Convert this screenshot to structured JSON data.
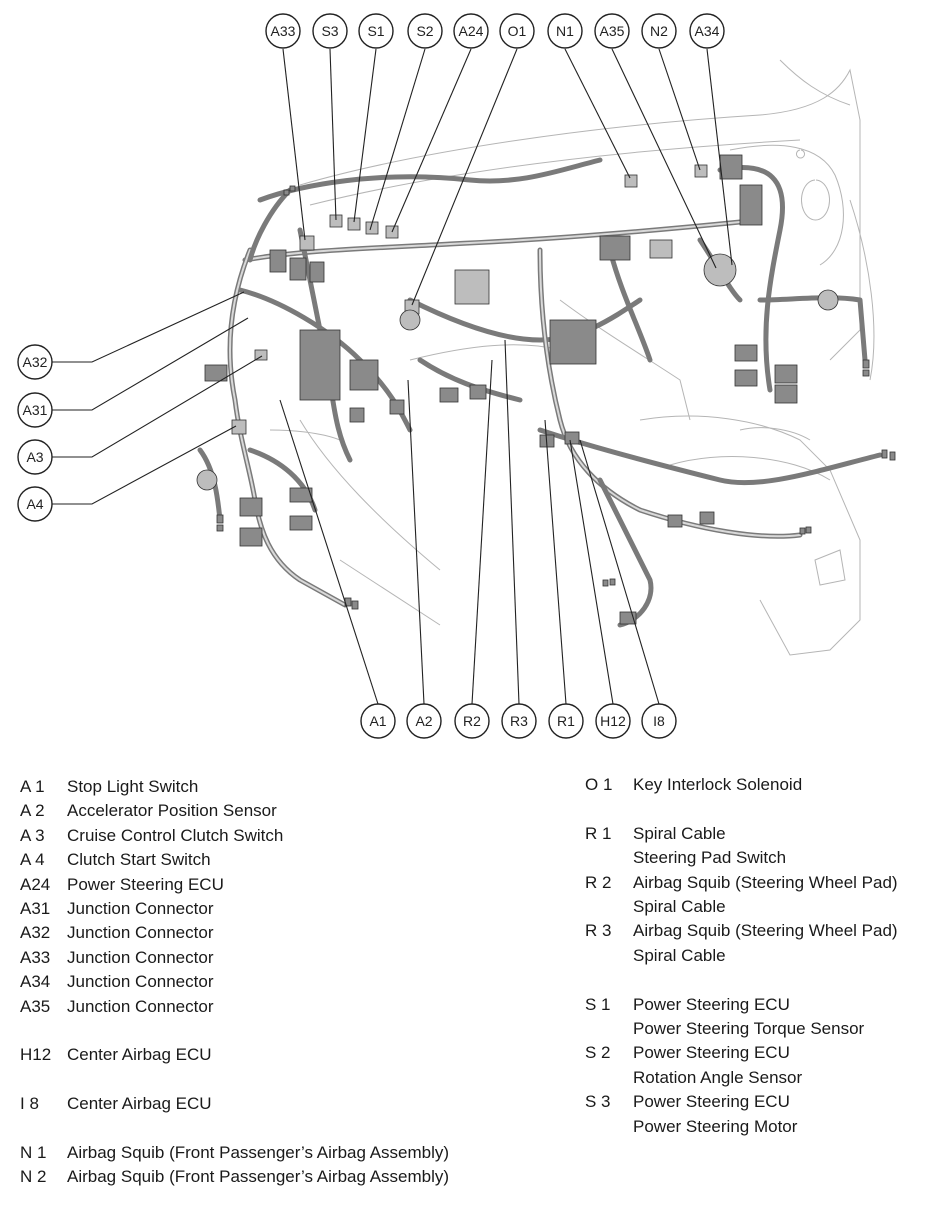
{
  "callouts_top": [
    "A33",
    "S3",
    "S1",
    "S2",
    "A24",
    "O1",
    "N1",
    "A35",
    "N2",
    "A34"
  ],
  "callouts_left": [
    "A32",
    "A31",
    "A3",
    "A4"
  ],
  "callouts_bottom": [
    "A1",
    "A2",
    "R2",
    "R3",
    "R1",
    "H12",
    "I8"
  ],
  "legend_left": [
    {
      "code": "A  1",
      "items": [
        "Stop Light Switch"
      ]
    },
    {
      "code": "A  2",
      "items": [
        "Accelerator Position Sensor"
      ]
    },
    {
      "code": "A  3",
      "items": [
        "Cruise Control Clutch Switch"
      ]
    },
    {
      "code": "A  4",
      "items": [
        "Clutch Start Switch"
      ]
    },
    {
      "code": "A24",
      "items": [
        "Power Steering ECU"
      ]
    },
    {
      "code": "A31",
      "items": [
        "Junction Connector"
      ]
    },
    {
      "code": "A32",
      "items": [
        "Junction Connector"
      ]
    },
    {
      "code": "A33",
      "items": [
        "Junction Connector"
      ]
    },
    {
      "code": "A34",
      "items": [
        "Junction Connector"
      ]
    },
    {
      "code": "A35",
      "items": [
        "Junction Connector"
      ]
    },
    {
      "gap": true
    },
    {
      "code": "H12",
      "items": [
        "Center Airbag ECU"
      ]
    },
    {
      "gap": true
    },
    {
      "code": "I   8",
      "items": [
        "Center Airbag ECU"
      ]
    },
    {
      "gap": true
    },
    {
      "code": "N  1",
      "items": [
        "Airbag Squib (Front Passenger’s Airbag Assembly)"
      ]
    },
    {
      "code": "N  2",
      "items": [
        "Airbag Squib (Front Passenger’s Airbag Assembly)"
      ]
    }
  ],
  "legend_right": [
    {
      "code": "O  1",
      "items": [
        "Key Interlock Solenoid"
      ]
    },
    {
      "gap": true
    },
    {
      "code": "R  1",
      "items": [
        "Spiral Cable",
        "Steering Pad Switch"
      ]
    },
    {
      "code": "R  2",
      "items": [
        "Airbag Squib (Steering Wheel Pad)",
        "Spiral Cable"
      ]
    },
    {
      "code": "R  3",
      "items": [
        "Airbag Squib (Steering Wheel Pad)",
        "Spiral Cable"
      ]
    },
    {
      "gap": true
    },
    {
      "code": "S  1",
      "items": [
        "Power Steering ECU",
        "Power Steering Torque Sensor"
      ]
    },
    {
      "code": "S  2",
      "items": [
        "Power Steering ECU",
        "Rotation Angle Sensor"
      ]
    },
    {
      "code": "S  3",
      "items": [
        "Power Steering ECU",
        "Power Steering Motor"
      ]
    }
  ]
}
